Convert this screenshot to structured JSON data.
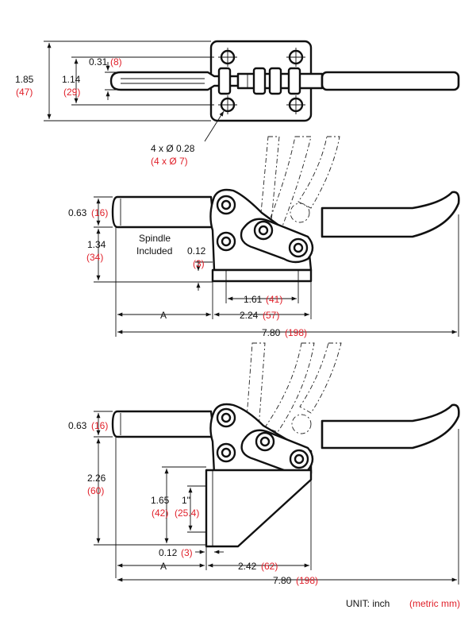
{
  "top_view": {
    "height_total": {
      "inch": "1.85",
      "mm": "(47)"
    },
    "height_inner": {
      "inch": "1.14",
      "mm": "(29)"
    },
    "slot": {
      "inch": "0.31",
      "mm": "(8)"
    },
    "holes": {
      "inch": "4 x Ø 0.28",
      "mm": "(4 x Ø 7)"
    }
  },
  "side_view_1": {
    "spindle_offset": {
      "inch": "0.63",
      "mm": "(16)"
    },
    "spindle_height": {
      "inch": "1.34",
      "mm": "(34)"
    },
    "spindle_note_line1": "Spindle",
    "spindle_note_line2": "Included",
    "base_thickness": {
      "inch": "0.12",
      "mm": "(3)"
    },
    "hole_spacing": {
      "inch": "1.61",
      "mm": "(41)"
    },
    "base_length": {
      "inch": "2.24",
      "mm": "(57)"
    },
    "dim_a": "A",
    "overall": {
      "inch": "7.80",
      "mm": "(198)"
    }
  },
  "side_view_2": {
    "spindle_offset": {
      "inch": "0.63",
      "mm": "(16)"
    },
    "bracket_height": {
      "inch": "2.26",
      "mm": "(60)"
    },
    "mount_height": {
      "inch": "1.65",
      "mm": "(42)"
    },
    "slot_length": {
      "inch": "1\"",
      "mm": "(25.4)"
    },
    "plate_thickness": {
      "inch": "0.12",
      "mm": "(3)"
    },
    "base_length": {
      "inch": "2.42",
      "mm": "(62)"
    },
    "dim_a": "A",
    "overall": {
      "inch": "7.80",
      "mm": "(198)"
    }
  },
  "legend": {
    "unit_label": "UNIT: inch",
    "metric_label": "(metric mm)"
  }
}
